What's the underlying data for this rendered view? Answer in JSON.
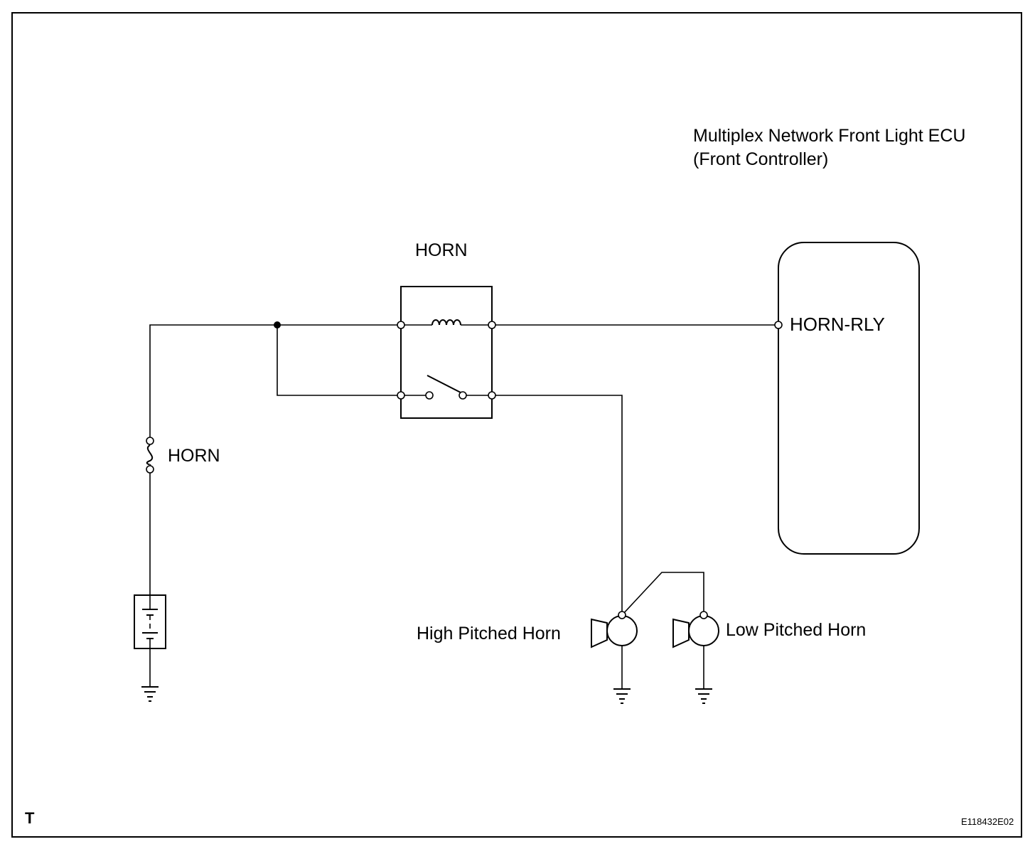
{
  "labels": {
    "ecu_name_line1": "Multiplex Network Front Light ECU",
    "ecu_name_line2": "(Front Controller)",
    "relay_name": "HORN",
    "ecu_terminal": "HORN-RLY",
    "fuse_name": "HORN",
    "high_horn": "High Pitched Horn",
    "low_horn": "Low Pitched Horn",
    "corner_mark": "T",
    "figure_code": "E118432E02"
  }
}
